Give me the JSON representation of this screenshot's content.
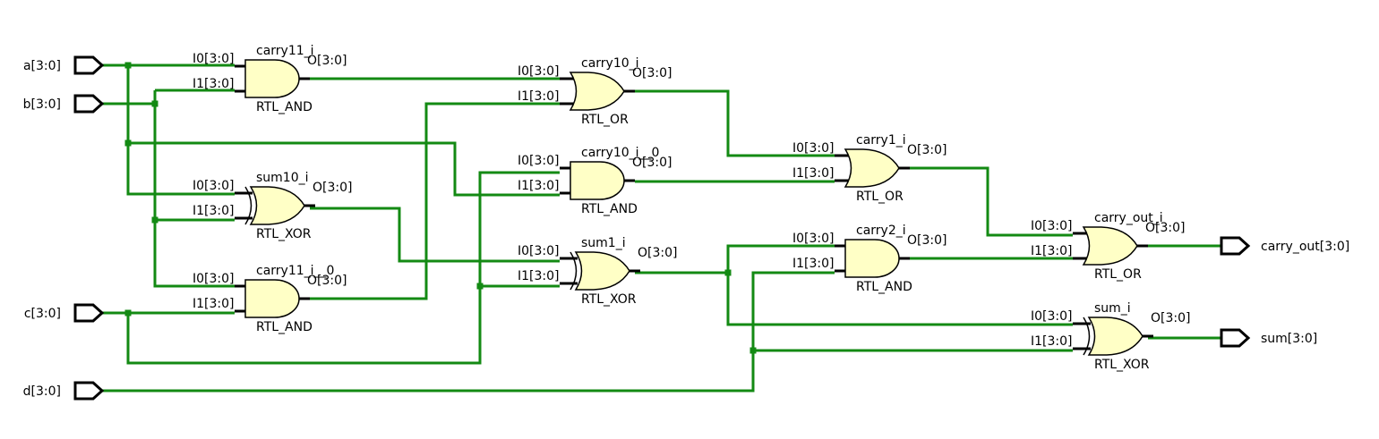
{
  "colors": {
    "wire": "#138a13",
    "gate_fill": "#ffffc6",
    "outline": "#000000",
    "background": "#ffffff"
  },
  "inputs": [
    {
      "id": "a",
      "label": "a[3:0]"
    },
    {
      "id": "b",
      "label": "b[3:0]"
    },
    {
      "id": "c",
      "label": "c[3:0]"
    },
    {
      "id": "d",
      "label": "d[3:0]"
    }
  ],
  "outputs": [
    {
      "id": "carry_out",
      "label": "carry_out[3:0]"
    },
    {
      "id": "sum",
      "label": "sum[3:0]"
    }
  ],
  "gates": [
    {
      "id": "carry11_i",
      "type": "and",
      "name": "carry11_i",
      "kind": "RTL_AND",
      "in0": "I0[3:0]",
      "in1": "I1[3:0]",
      "out": "O[3:0]"
    },
    {
      "id": "sum10_i",
      "type": "xor",
      "name": "sum10_i",
      "kind": "RTL_XOR",
      "in0": "I0[3:0]",
      "in1": "I1[3:0]",
      "out": "O[3:0]"
    },
    {
      "id": "carry11_i__0",
      "type": "and",
      "name": "carry11_i__0",
      "kind": "RTL_AND",
      "in0": "I0[3:0]",
      "in1": "I1[3:0]",
      "out": "O[3:0]"
    },
    {
      "id": "carry10_i",
      "type": "or",
      "name": "carry10_i",
      "kind": "RTL_OR",
      "in0": "I0[3:0]",
      "in1": "I1[3:0]",
      "out": "O[3:0]"
    },
    {
      "id": "carry10_i__0",
      "type": "and",
      "name": "carry10_i__0",
      "kind": "RTL_AND",
      "in0": "I0[3:0]",
      "in1": "I1[3:0]",
      "out": "O[3:0]"
    },
    {
      "id": "sum1_i",
      "type": "xor",
      "name": "sum1_i",
      "kind": "RTL_XOR",
      "in0": "I0[3:0]",
      "in1": "I1[3:0]",
      "out": "O[3:0]"
    },
    {
      "id": "carry1_i",
      "type": "or",
      "name": "carry1_i",
      "kind": "RTL_OR",
      "in0": "I0[3:0]",
      "in1": "I1[3:0]",
      "out": "O[3:0]"
    },
    {
      "id": "carry2_i",
      "type": "and",
      "name": "carry2_i",
      "kind": "RTL_AND",
      "in0": "I0[3:0]",
      "in1": "I1[3:0]",
      "out": "O[3:0]"
    },
    {
      "id": "carry_out_i",
      "type": "or",
      "name": "carry_out_i",
      "kind": "RTL_OR",
      "in0": "I0[3:0]",
      "in1": "I1[3:0]",
      "out": "O[3:0]"
    },
    {
      "id": "sum_i",
      "type": "xor",
      "name": "sum_i",
      "kind": "RTL_XOR",
      "in0": "I0[3:0]",
      "in1": "I1[3:0]",
      "out": "O[3:0]"
    }
  ]
}
